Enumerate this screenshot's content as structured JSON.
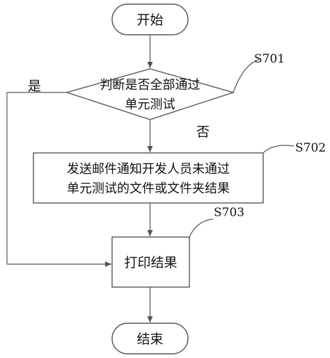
{
  "flowchart": {
    "start_label": "开始",
    "decision_line1": "判断是否全部通过",
    "decision_line2": "单元测试",
    "decision_tag": "S701",
    "yes_label": "是",
    "no_label": "否",
    "email_line1": "发送邮件通知开发人员未通过",
    "email_line2": "单元测试的文件或文件夹结果",
    "email_tag": "S702",
    "print_label": "打印结果",
    "print_tag": "S703",
    "end_label": "结束"
  }
}
